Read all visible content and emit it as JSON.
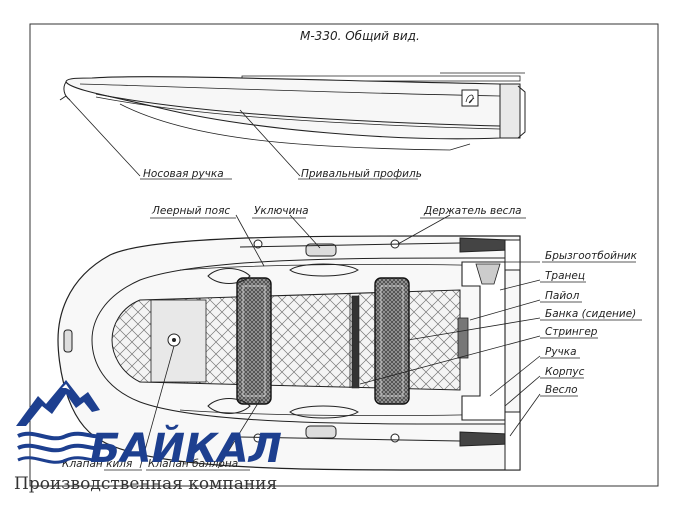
{
  "drawing": {
    "title": "М-330. Общий вид.",
    "labels": {
      "bow_handle": "Носовая ручка",
      "mooring_profile": "Привальный профиль",
      "lifeline": "Леерный пояс",
      "oarlock": "Уключина",
      "oar_holder": "Держатель весла",
      "spray_guard": "Брызгоотбойник",
      "transom": "Транец",
      "floor": "Пайол",
      "bench": "Банка (сидение)",
      "stringer": "Стрингер",
      "handle": "Ручка",
      "hull": "Корпус",
      "oar": "Весло",
      "keel_valve": "Клапан киля",
      "tube_valve": "Клапан баллона"
    }
  },
  "logo": {
    "name": "БАЙКАЛ",
    "subtitle": "Производственная компания",
    "colors": {
      "primary": "#1d3f8f",
      "mountain": "#1d3f8f"
    }
  }
}
